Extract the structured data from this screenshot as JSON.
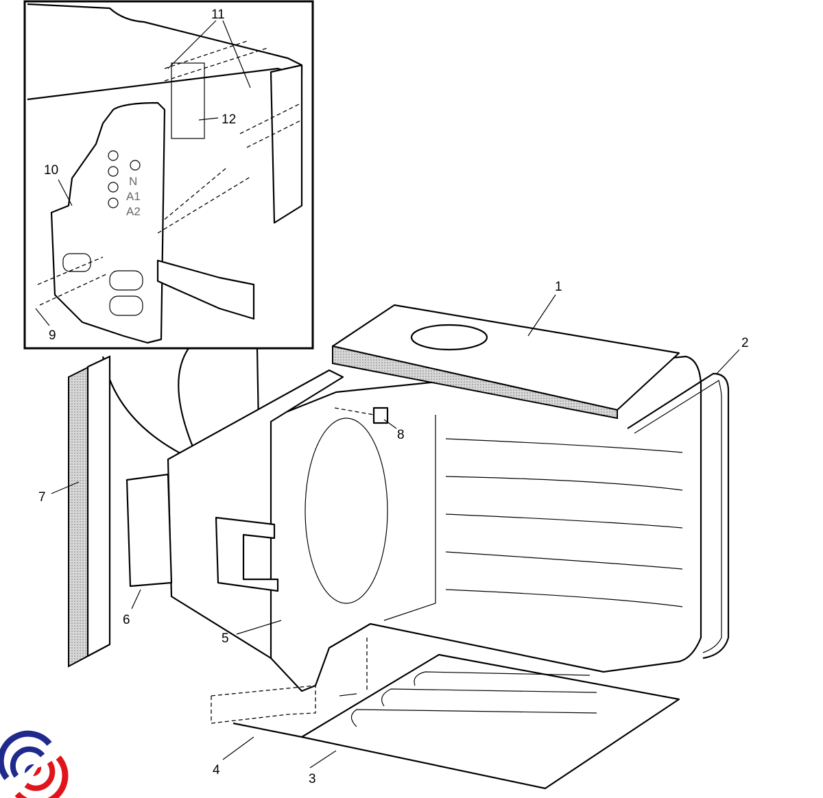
{
  "diagram": {
    "callouts": [
      "1",
      "2",
      "3",
      "4",
      "5",
      "6",
      "7",
      "8",
      "9",
      "10",
      "11",
      "12"
    ],
    "inset_markings": [
      "N",
      "A1",
      "A2"
    ]
  },
  "logo": {
    "colors": {
      "primary": "#1f2a8c",
      "secondary": "#e0141b"
    }
  }
}
